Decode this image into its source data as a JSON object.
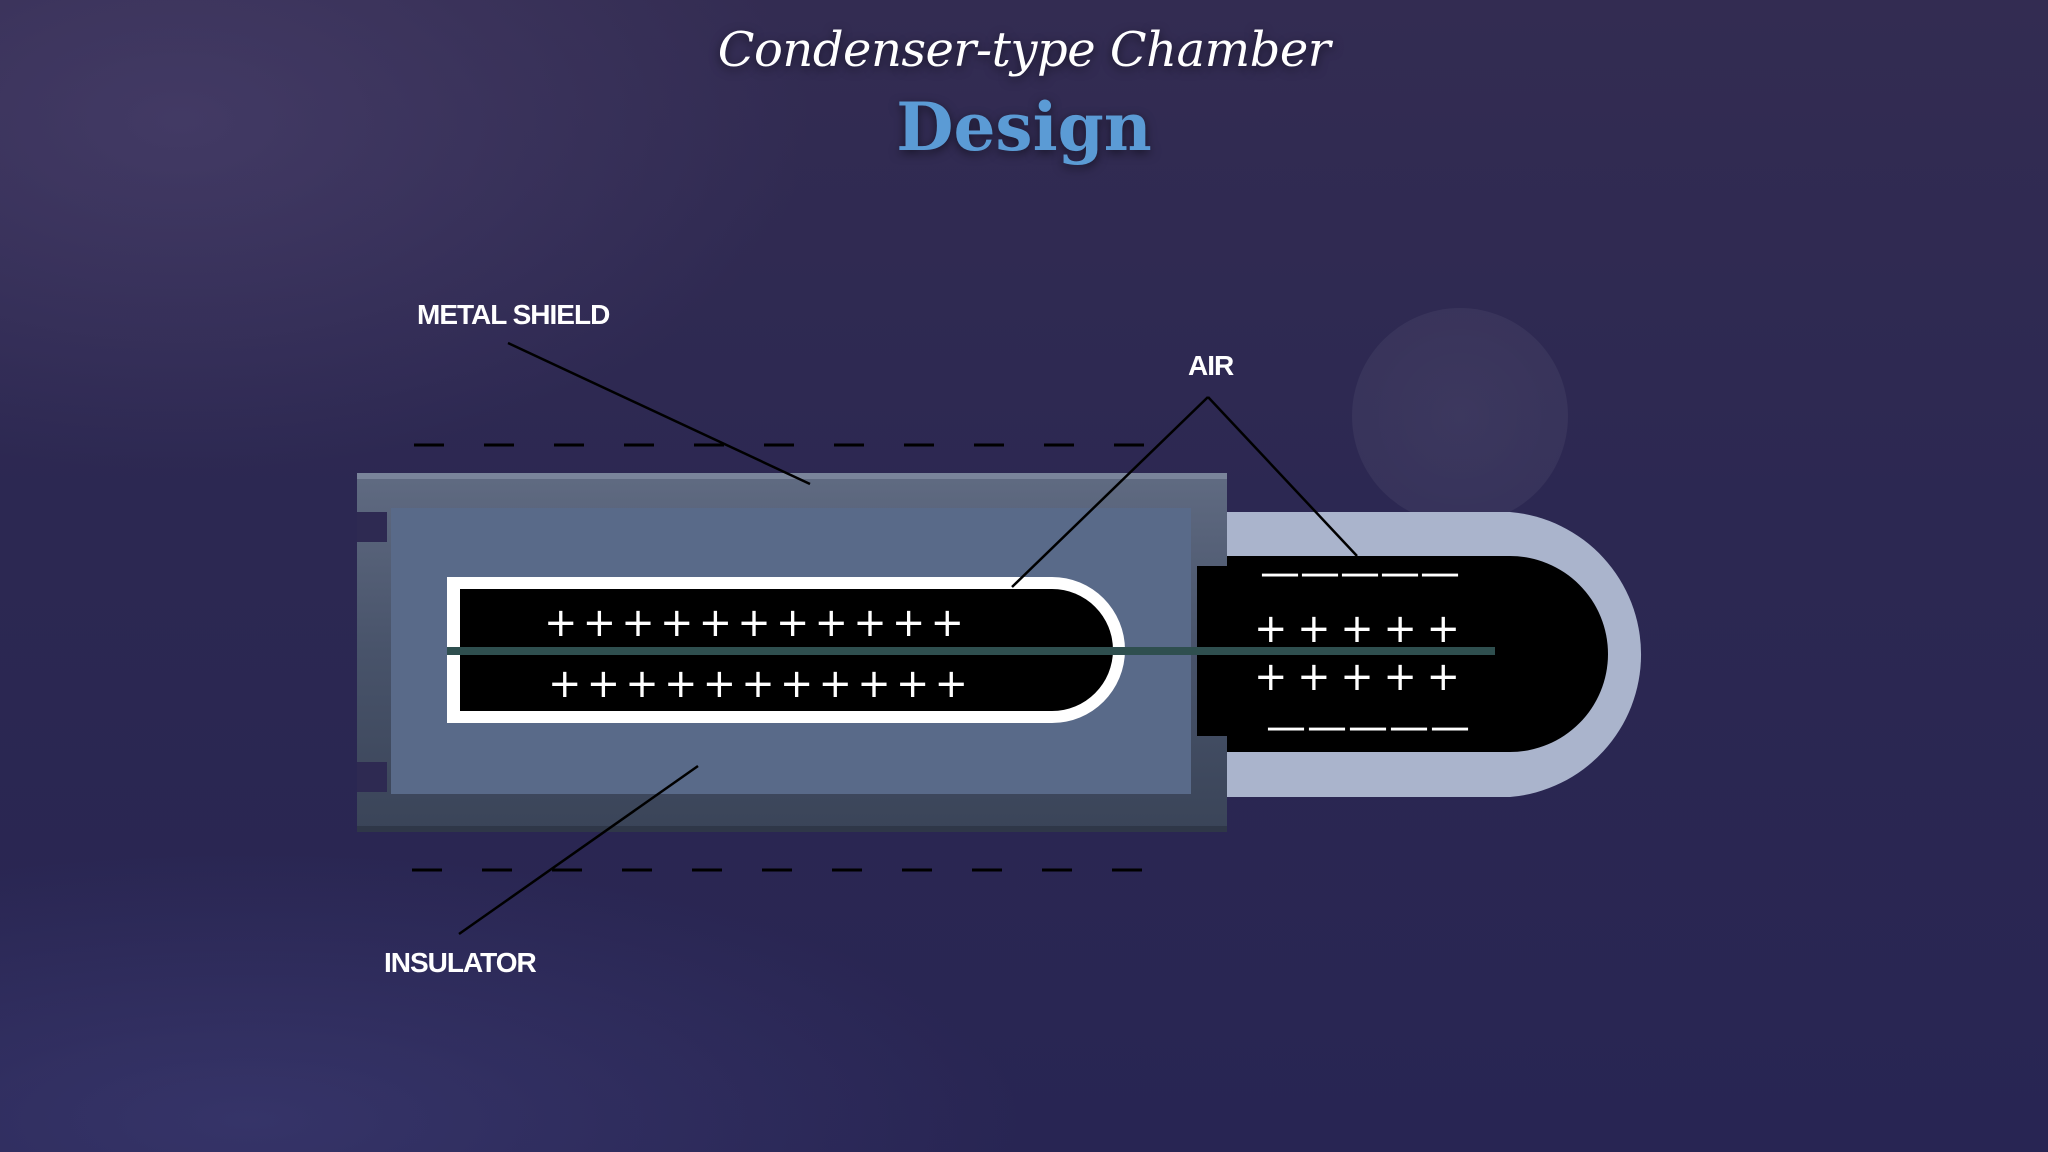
{
  "title": {
    "line1": "Condenser-type Chamber",
    "line2": "Design"
  },
  "labels": {
    "metal_shield": "METAL SHIELD",
    "air": "AIR",
    "insulator": "INSULATOR"
  },
  "charges": {
    "inner_top": "+ + + + + + + + + + +",
    "inner_bottom": "+ + + + + + + + + + +",
    "tip_top_negative": "— — — — —",
    "tip_plus_top": "+ + + + +",
    "tip_plus_bottom": "+ + + + +",
    "tip_bottom_negative": "— — — — —"
  },
  "colors": {
    "title_white": "#ffffff",
    "title_blue": "#5b9bd5",
    "shield_frame": "#4b5770",
    "insulator_fill": "#596a89",
    "air_cap": "#aab4cc",
    "cavity": "#000000",
    "electrode": "#2f4f4f"
  }
}
